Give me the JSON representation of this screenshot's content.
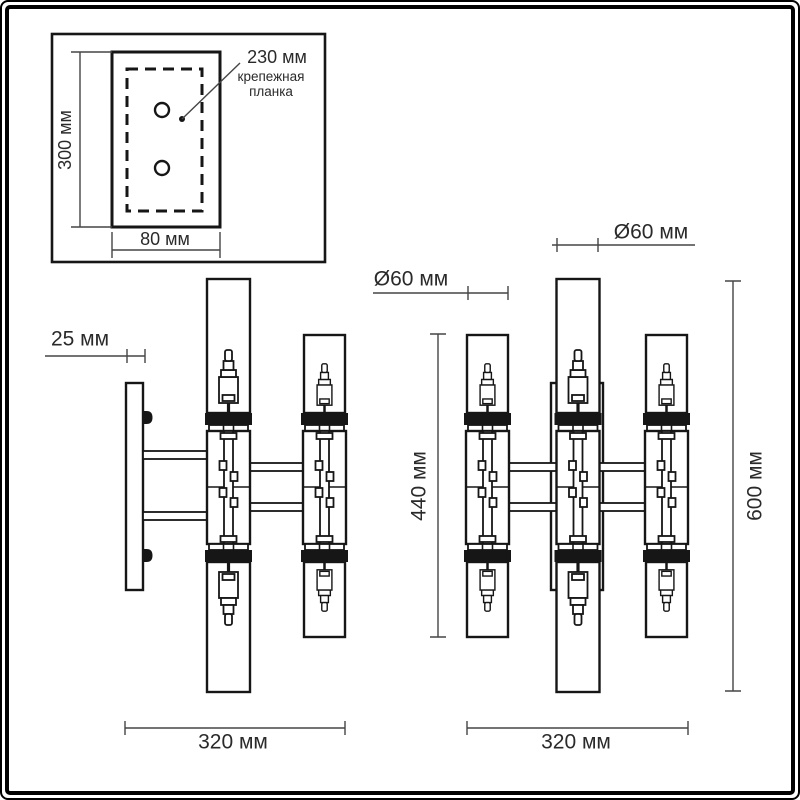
{
  "page": {
    "background": "#ffffff",
    "frame_color": "#000000",
    "line_color": "#161616",
    "dimension_color": "#454545",
    "text_color": "#2a2a2a"
  },
  "inset": {
    "bracket_length": "230 мм",
    "bracket_name": "крепежная планка",
    "plate_height": "300 мм",
    "plate_width": "80 мм"
  },
  "side_view": {
    "wall_offset": "25 мм",
    "width": "320 мм"
  },
  "front_view": {
    "shade_diameter_outer": "Ø60 мм",
    "shade_diameter_center": "Ø60 мм",
    "inner_height": "440 мм",
    "total_height": "600 мм",
    "width": "320 мм"
  }
}
